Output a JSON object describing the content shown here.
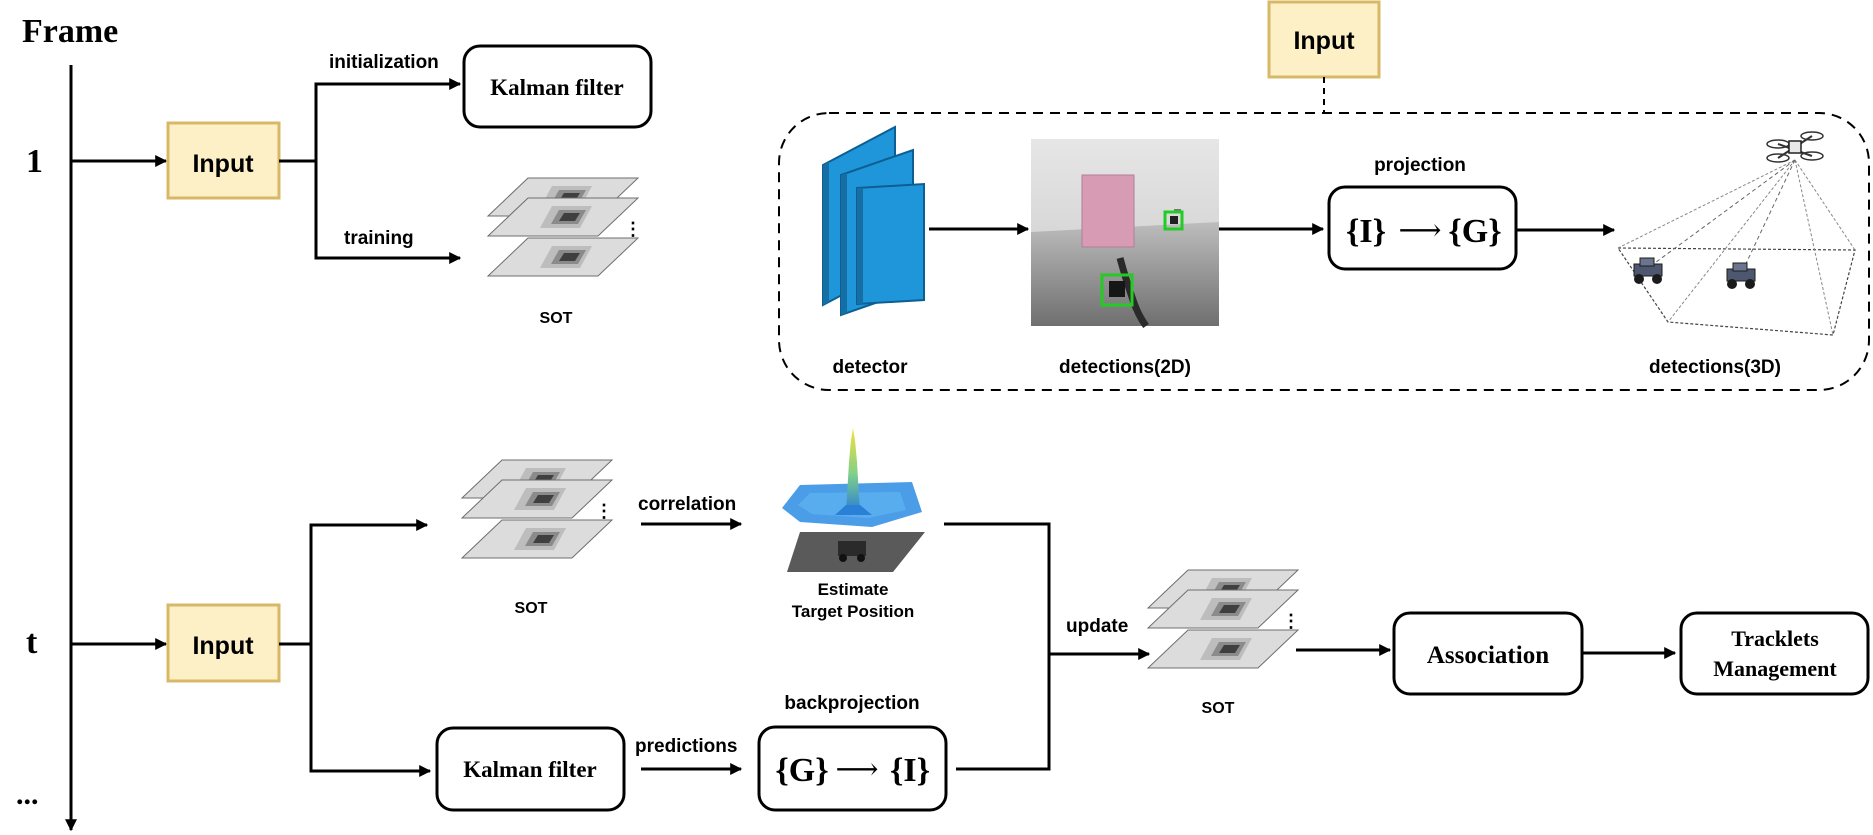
{
  "frame_axis": {
    "title": "Frame",
    "labels": [
      "1",
      "t",
      "..."
    ]
  },
  "inputs": {
    "input_label": "Input"
  },
  "frame1": {
    "initialization_label": "initialization",
    "training_label": "training",
    "kalman_label": "Kalman filter",
    "sot_label": "SOT",
    "stack_dots": "⋮"
  },
  "detection_panel": {
    "detector_label": "detector",
    "detections_2d_label": "detections(2D)",
    "projection_label": "projection",
    "projection_formula_left": "{I}",
    "projection_arrow": "⟶",
    "projection_formula_right": "{G}",
    "detections_3d_label": "detections(3D)"
  },
  "frame_t": {
    "correlation_label": "correlation",
    "estimate_line1": "Estimate",
    "estimate_line2": "Target Position",
    "sot_label": "SOT",
    "kalman_label": "Kalman filter",
    "predictions_label": "predictions",
    "backprojection_label": "backprojection",
    "backprojection_formula_left": "{G}",
    "backprojection_arrow": "⟶",
    "backprojection_formula_right": "{I}",
    "update_label": "update",
    "sot_update_label": "SOT",
    "association_label": "Association",
    "tracklets_line1": "Tracklets",
    "tracklets_line2": "Management"
  },
  "colors": {
    "input_fill": "#fdf0c6",
    "input_stroke": "#d8b867",
    "detector_blue": "#1f96d9",
    "detection_green": "#22cc22",
    "pink_board": "#d79bb4"
  }
}
